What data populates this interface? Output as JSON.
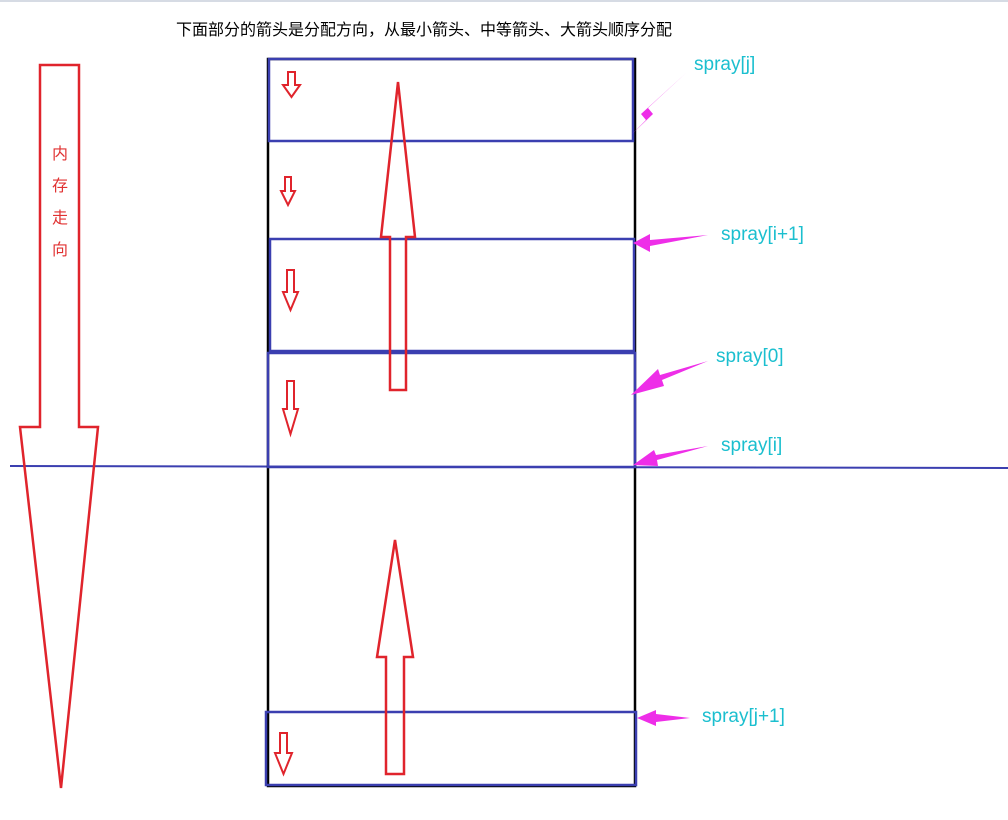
{
  "title": "下面部分的箭头是分配方向，从最小箭头、中等箭头、大箭头顺序分配",
  "memory_direction": [
    "内",
    "存",
    "走",
    "向"
  ],
  "labels": {
    "spray_j": "spray[j]",
    "spray_i_plus_1": "spray[i+1]",
    "spray_0": "spray[0]",
    "spray_i": "spray[i]",
    "spray_j_plus_1": "spray[j+1]"
  },
  "colors": {
    "arrow": "#e0242c",
    "box": "#3b3fb0",
    "pointer": "#ee2ee8",
    "label": "#1bbfcf",
    "column": "#000000"
  }
}
